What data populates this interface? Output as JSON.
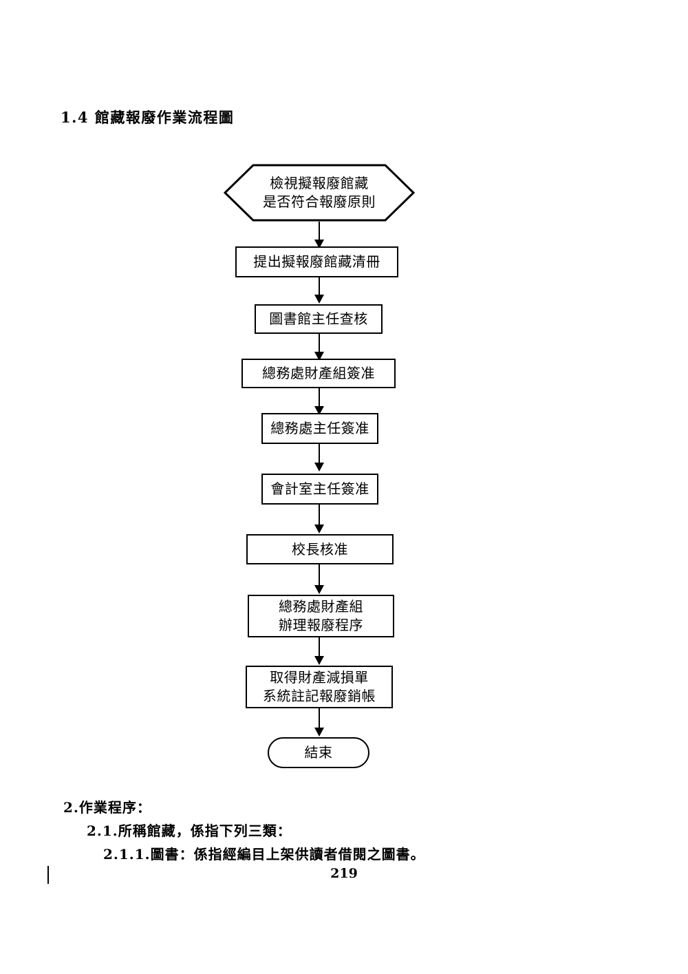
{
  "document": {
    "section_title": "1.4 館藏報廢作業流程圖",
    "page_number": "219"
  },
  "flowchart": {
    "nodes": [
      {
        "id": "review-decision",
        "shape": "hexagon",
        "lines": [
          "檢視擬報廢館藏",
          "是否符合報廢原則"
        ],
        "line1": "檢視擬報廢館藏",
        "line2": "是否符合報廢原則"
      },
      {
        "id": "submit-list",
        "shape": "process",
        "line1": "提出擬報廢館藏清冊"
      },
      {
        "id": "library-director-check",
        "shape": "process",
        "line1": "圖書館主任查核"
      },
      {
        "id": "property-section-approve",
        "shape": "process",
        "line1": "總務處財產組簽准"
      },
      {
        "id": "general-affairs-director-approve",
        "shape": "process",
        "line1": "總務處主任簽准"
      },
      {
        "id": "accounting-director-approve",
        "shape": "process",
        "line1": "會計室主任簽准"
      },
      {
        "id": "president-approve",
        "shape": "process",
        "line1": "校長核准"
      },
      {
        "id": "property-section-process",
        "shape": "process",
        "line1": "總務處財產組",
        "line2": "辦理報廢程序"
      },
      {
        "id": "obtain-loss-form",
        "shape": "process",
        "line1": "取得財產減損單",
        "line2": "系統註記報廢銷帳"
      },
      {
        "id": "end",
        "shape": "terminator",
        "line1": "結束"
      }
    ]
  },
  "procedure": {
    "items": [
      {
        "level": 1,
        "text": "2.作業程序："
      },
      {
        "level": 2,
        "text": "2.1.所稱館藏，係指下列三類："
      },
      {
        "level": 3,
        "text": "2.1.1.圖書：係指經編目上架供讀者借閱之圖書。"
      }
    ],
    "item1": "2.作業程序：",
    "item2": "2.1.所稱館藏，係指下列三類：",
    "item3": "2.1.1.圖書：係指經編目上架供讀者借閱之圖書。"
  },
  "colors": {
    "ink": "#000000",
    "paper": "#ffffff"
  }
}
